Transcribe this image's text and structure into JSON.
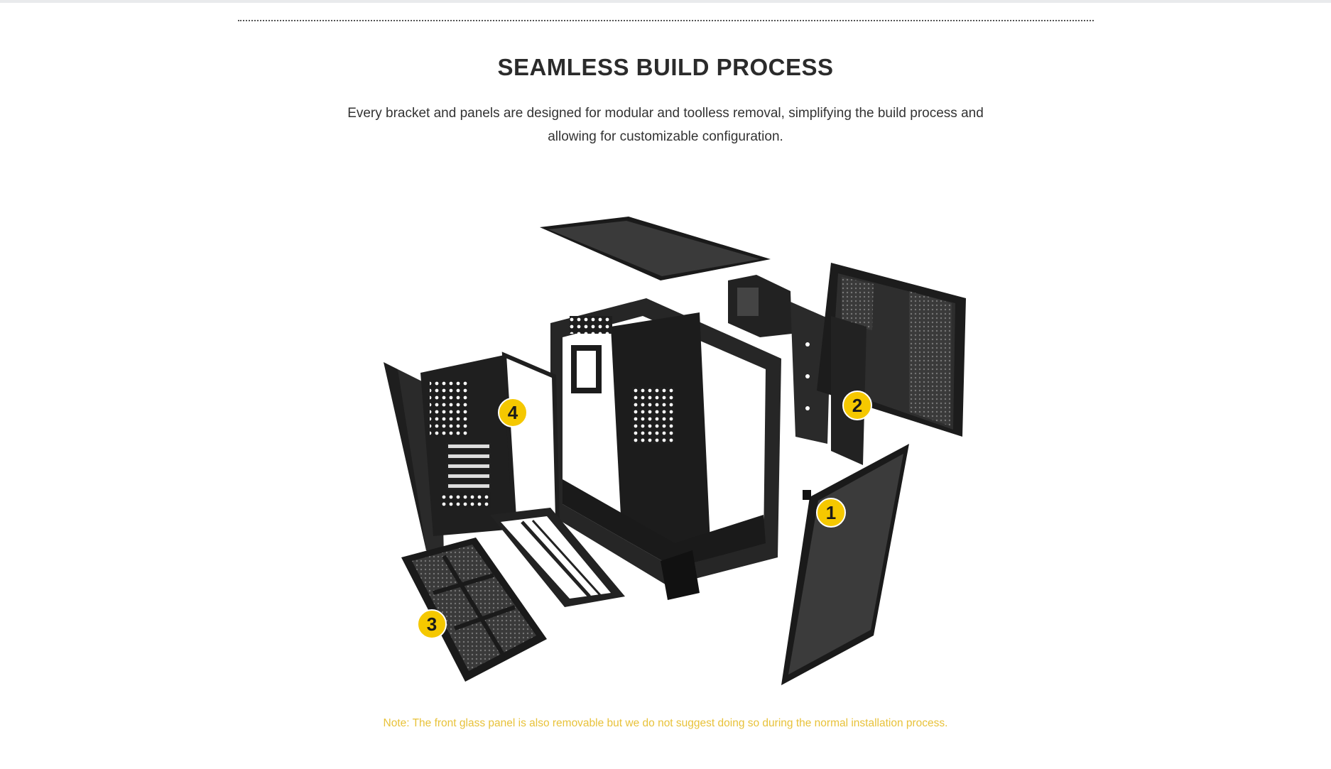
{
  "section": {
    "title": "SEAMLESS BUILD PROCESS",
    "description": "Every bracket and panels are designed for modular and toolless removal, simplifying the build process and allowing for customizable configuration."
  },
  "figure": {
    "callouts": [
      "1",
      "2",
      "3",
      "4"
    ],
    "accent_color": "#f5c800",
    "panel_color": "#2a2a2a"
  },
  "note": "Note: The front glass panel is also removable but we do not suggest doing so during the normal installation process."
}
